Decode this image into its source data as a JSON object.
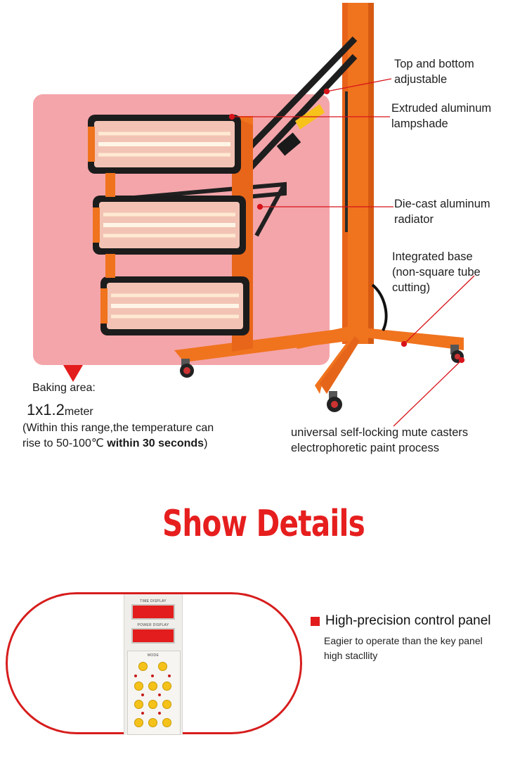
{
  "callouts": {
    "top_bottom": "Top and bottom\nadjustable",
    "lampshade": "Extruded aluminum\nlampshade",
    "radiator": "Die-cast aluminum\nradiator",
    "base": "Integrated base\n(non-square tube\n cutting)",
    "casters": "universal self-locking mute casters\nelectrophoretic paint process"
  },
  "baking": {
    "label": "Baking area:",
    "size_number": "1x1.2",
    "size_unit": "meter",
    "note_prefix": "(Within this range,the temperature can rise to 50-100℃ ",
    "note_bold": "within 30 seconds",
    "note_suffix": ")"
  },
  "section_title": "Show Details",
  "feature": {
    "title": "High-precision control panel",
    "description": "Eagier to operate than the key panel\nhigh stacllity"
  },
  "panel": {
    "time_label": "TIME DISPLAY",
    "power_label": "POWER DISPLAY",
    "mode_label": "MODE"
  },
  "colors": {
    "accent_red": "#e61e1e",
    "machine_orange": "#f0731e",
    "highlight_pink": "#f4a5aa"
  }
}
